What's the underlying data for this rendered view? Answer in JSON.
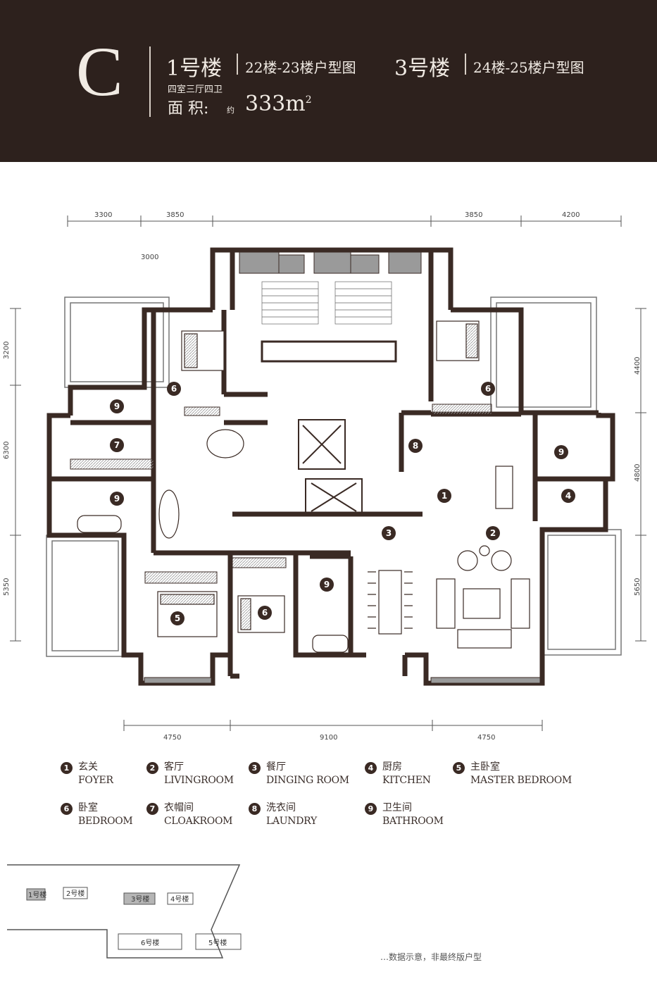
{
  "header": {
    "type_letter": "C",
    "building1": "1号楼",
    "floors1": "22楼-23楼户型图",
    "building2": "3号楼",
    "floors2": "24楼-25楼户型图",
    "layout": "四室三厅四卫",
    "area_label": "面 积:",
    "area_approx": "约",
    "area_value": "333m",
    "area_sup": "2"
  },
  "dimensions": {
    "top": [
      "3300",
      "3850",
      "3850",
      "4200"
    ],
    "top_inner": "3000",
    "left": [
      "3200",
      "6300",
      "5350"
    ],
    "right": [
      "4400",
      "4800",
      "5650"
    ],
    "bottom": [
      "4750",
      "9100",
      "4750"
    ]
  },
  "room_markers": [
    "6",
    "9",
    "7",
    "9",
    "5",
    "6",
    "9",
    "3",
    "1",
    "2",
    "4",
    "9",
    "8",
    "6"
  ],
  "legend": [
    {
      "num": "1",
      "zh": "玄关",
      "en": "FOYER"
    },
    {
      "num": "2",
      "zh": "客厅",
      "en": "LIVINGROOM"
    },
    {
      "num": "3",
      "zh": "餐厅",
      "en": "DINGING ROOM"
    },
    {
      "num": "4",
      "zh": "厨房",
      "en": "KITCHEN"
    },
    {
      "num": "5",
      "zh": "主卧室",
      "en": "MASTER BEDROOM"
    },
    {
      "num": "6",
      "zh": "卧室",
      "en": "BEDROOM"
    },
    {
      "num": "7",
      "zh": "衣帽间",
      "en": "CLOAKROOM"
    },
    {
      "num": "8",
      "zh": "洗衣间",
      "en": "LAUNDRY"
    },
    {
      "num": "9",
      "zh": "卫生间",
      "en": "BATHROOM"
    }
  ],
  "site_plan": {
    "buildings": [
      "1号楼",
      "2号楼",
      "3号楼",
      "4号楼",
      "6号楼",
      "5号楼"
    ]
  },
  "disclaimer": "…数据示意，非最终版户型",
  "colors": {
    "header_bg": "#2d211d",
    "wall": "#3a2a24",
    "highlight": "#9a9a9a"
  }
}
